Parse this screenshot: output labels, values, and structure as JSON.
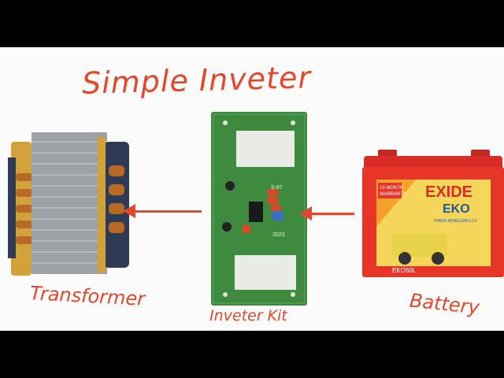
{
  "title": "Simple Inveter",
  "labels": {
    "transformer": "Transformer",
    "inverter_kit": "Inveter Kit",
    "battery": "Battery"
  },
  "battery": {
    "brand": "EXIDE",
    "model": "EKO",
    "tag": "THREE-WHEELER+LCV",
    "warranty_top": "18 MONTH",
    "warranty_bottom": "WARRANTY",
    "code": "EKO60L"
  },
  "pcb": {
    "ic_label": "S-87",
    "year": "2023"
  },
  "colors": {
    "accent": "#e4472b",
    "pcb": "#3e8a3f",
    "battery": "#e8352a"
  }
}
